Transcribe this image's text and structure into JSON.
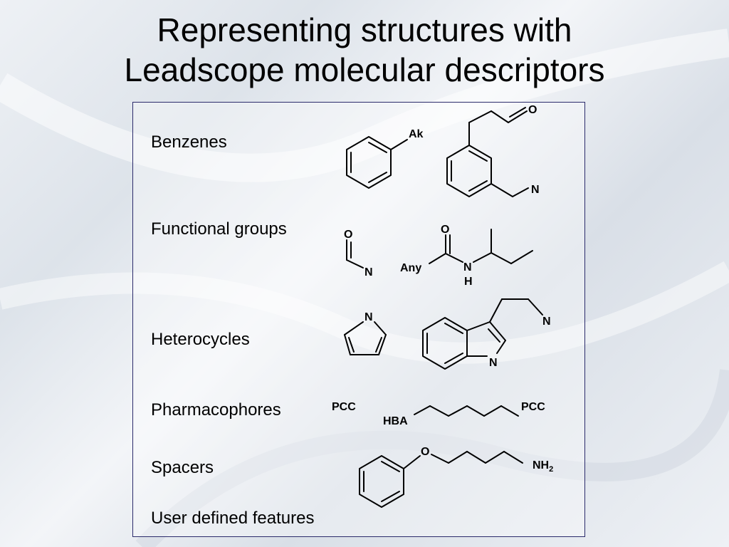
{
  "title": {
    "line1": "Representing structures with",
    "line2": "Leadscope molecular descriptors"
  },
  "categories": [
    {
      "label": "Benzenes"
    },
    {
      "label": "Functional groups"
    },
    {
      "label": "Heterocycles"
    },
    {
      "label": "Pharmacophores"
    },
    {
      "label": "Spacers"
    },
    {
      "label": "User defined features"
    }
  ],
  "atoms": {
    "ak": "Ak",
    "o": "O",
    "n": "N",
    "h": "H",
    "any": "Any",
    "pcc": "PCC",
    "hba": "HBA",
    "nh": "NH",
    "sub2": "2"
  }
}
